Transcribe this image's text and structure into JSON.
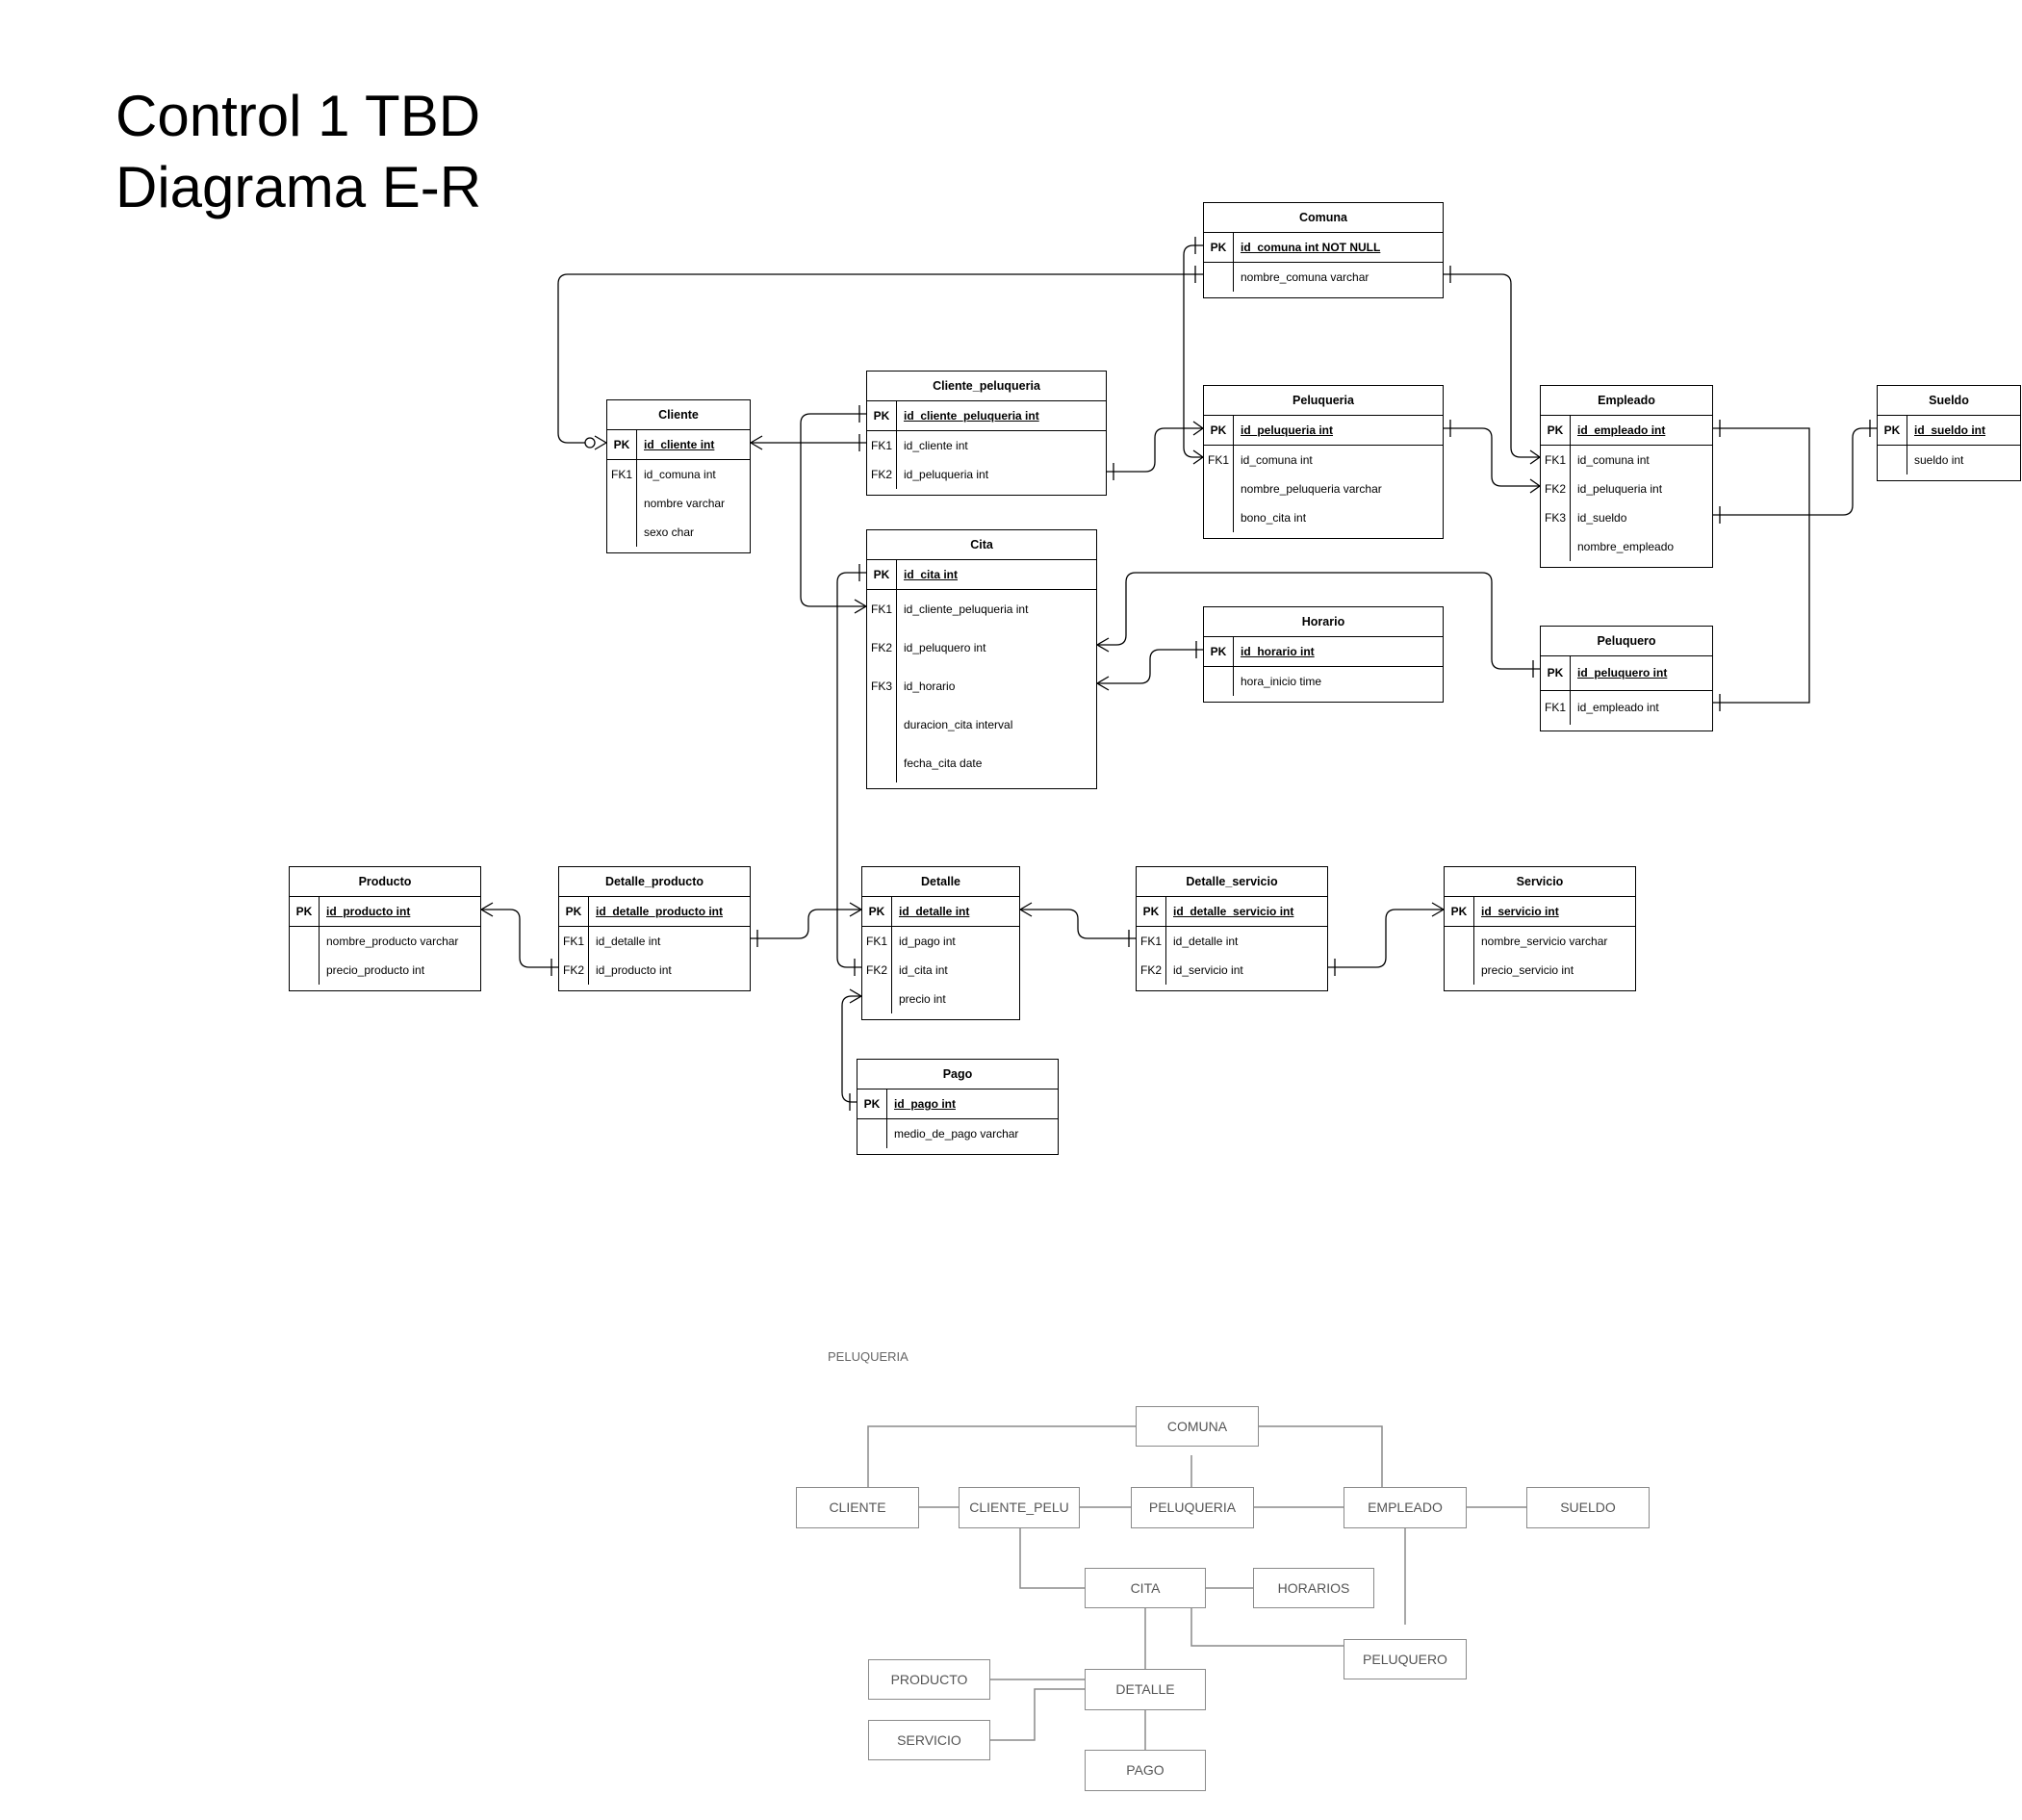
{
  "title": {
    "line1": "Control 1 TBD",
    "line2": "Diagrama E-R"
  },
  "entities": {
    "comuna": {
      "name": "Comuna",
      "rows": [
        {
          "key": "PK",
          "field": "id_comuna int NOT NULL"
        },
        {
          "key": "",
          "field": "nombre_comuna varchar"
        }
      ]
    },
    "cliente": {
      "name": "Cliente",
      "rows": [
        {
          "key": "PK",
          "field": "id_cliente int"
        },
        {
          "key": "FK1",
          "field": "id_comuna int"
        },
        {
          "key": "",
          "field": "nombre varchar"
        },
        {
          "key": "",
          "field": "sexo char"
        }
      ]
    },
    "cliente_peluqueria": {
      "name": "Cliente_peluqueria",
      "rows": [
        {
          "key": "PK",
          "field": "id_cliente_peluqueria int"
        },
        {
          "key": "FK1",
          "field": "id_cliente int"
        },
        {
          "key": "FK2",
          "field": "id_peluqueria int"
        }
      ]
    },
    "peluqueria": {
      "name": "Peluqueria",
      "rows": [
        {
          "key": "PK",
          "field": "id_peluqueria int"
        },
        {
          "key": "FK1",
          "field": "id_comuna int"
        },
        {
          "key": "",
          "field": "nombre_peluqueria varchar"
        },
        {
          "key": "",
          "field": "bono_cita int"
        }
      ]
    },
    "empleado": {
      "name": "Empleado",
      "rows": [
        {
          "key": "PK",
          "field": "id_empleado int"
        },
        {
          "key": "FK1",
          "field": "id_comuna int"
        },
        {
          "key": "FK2",
          "field": "id_peluqueria int"
        },
        {
          "key": "FK3",
          "field": "id_sueldo"
        },
        {
          "key": "",
          "field": "nombre_empleado"
        }
      ]
    },
    "sueldo": {
      "name": "Sueldo",
      "rows": [
        {
          "key": "PK",
          "field": "id_sueldo int"
        },
        {
          "key": "",
          "field": "sueldo int"
        }
      ]
    },
    "cita": {
      "name": "Cita",
      "rows": [
        {
          "key": "PK",
          "field": "id_cita int"
        },
        {
          "key": "FK1",
          "field": "id_cliente_peluqueria int"
        },
        {
          "key": "FK2",
          "field": "id_peluquero int"
        },
        {
          "key": "FK3",
          "field": "id_horario"
        },
        {
          "key": "",
          "field": "duracion_cita interval"
        },
        {
          "key": "",
          "field": "fecha_cita date"
        }
      ]
    },
    "horario": {
      "name": "Horario",
      "rows": [
        {
          "key": "PK",
          "field": "id_horario int"
        },
        {
          "key": "",
          "field": "hora_inicio time"
        }
      ]
    },
    "peluquero": {
      "name": "Peluquero",
      "rows": [
        {
          "key": "PK",
          "field": "id_peluquero int"
        },
        {
          "key": "FK1",
          "field": "id_empleado int"
        }
      ]
    },
    "producto": {
      "name": "Producto",
      "rows": [
        {
          "key": "PK",
          "field": "id_producto int"
        },
        {
          "key": "",
          "field": "nombre_producto varchar"
        },
        {
          "key": "",
          "field": "precio_producto int"
        }
      ]
    },
    "detalle_producto": {
      "name": "Detalle_producto",
      "rows": [
        {
          "key": "PK",
          "field": "id_detalle_producto int"
        },
        {
          "key": "FK1",
          "field": "id_detalle int"
        },
        {
          "key": "FK2",
          "field": "id_producto int"
        }
      ]
    },
    "detalle": {
      "name": "Detalle",
      "rows": [
        {
          "key": "PK",
          "field": "id_detalle int"
        },
        {
          "key": "FK1",
          "field": "id_pago int"
        },
        {
          "key": "FK2",
          "field": "id_cita int"
        },
        {
          "key": "",
          "field": "precio int"
        }
      ]
    },
    "detalle_servicio": {
      "name": "Detalle_servicio",
      "rows": [
        {
          "key": "PK",
          "field": "id_detalle_servicio int"
        },
        {
          "key": "FK1",
          "field": "id_detalle int"
        },
        {
          "key": "FK2",
          "field": "id_servicio int"
        }
      ]
    },
    "servicio": {
      "name": "Servicio",
      "rows": [
        {
          "key": "PK",
          "field": "id_servicio int"
        },
        {
          "key": "",
          "field": "nombre_servicio varchar"
        },
        {
          "key": "",
          "field": "precio_servicio int"
        }
      ]
    },
    "pago": {
      "name": "Pago",
      "rows": [
        {
          "key": "PK",
          "field": "id_pago int"
        },
        {
          "key": "",
          "field": "medio_de_pago varchar"
        }
      ]
    }
  },
  "conceptual": {
    "label": "PELUQUERIA",
    "boxes": {
      "comuna": "COMUNA",
      "cliente": "CLIENTE",
      "cliente_pelu": "CLIENTE_PELU",
      "peluqueria": "PELUQUERIA",
      "empleado": "EMPLEADO",
      "sueldo": "SUELDO",
      "cita": "CITA",
      "horarios": "HORARIOS",
      "peluquero": "PELUQUERO",
      "producto": "PRODUCTO",
      "detalle": "DETALLE",
      "servicio": "SERVICIO",
      "pago": "PAGO"
    }
  }
}
